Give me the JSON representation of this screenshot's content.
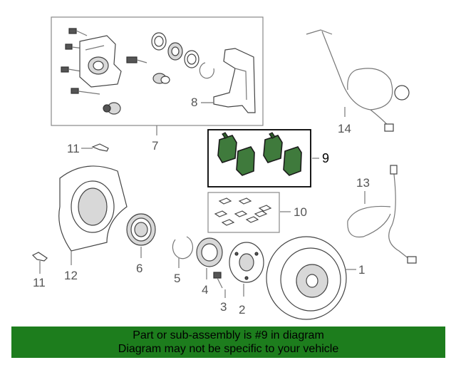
{
  "callouts": {
    "c1": "1",
    "c2": "2",
    "c3": "3",
    "c4": "4",
    "c5": "5",
    "c6": "6",
    "c7": "7",
    "c8": "8",
    "c9": "9",
    "c10": "10",
    "c11a": "11",
    "c11b": "11",
    "c12": "12",
    "c13": "13",
    "c14": "14"
  },
  "footer": {
    "line1": "Part or sub-assembly is #9 in diagram",
    "line2": "Diagram may not be specific to your vehicle"
  },
  "colors": {
    "highlight": "#3f7a3c",
    "footer_bg": "#1d7d1d"
  }
}
